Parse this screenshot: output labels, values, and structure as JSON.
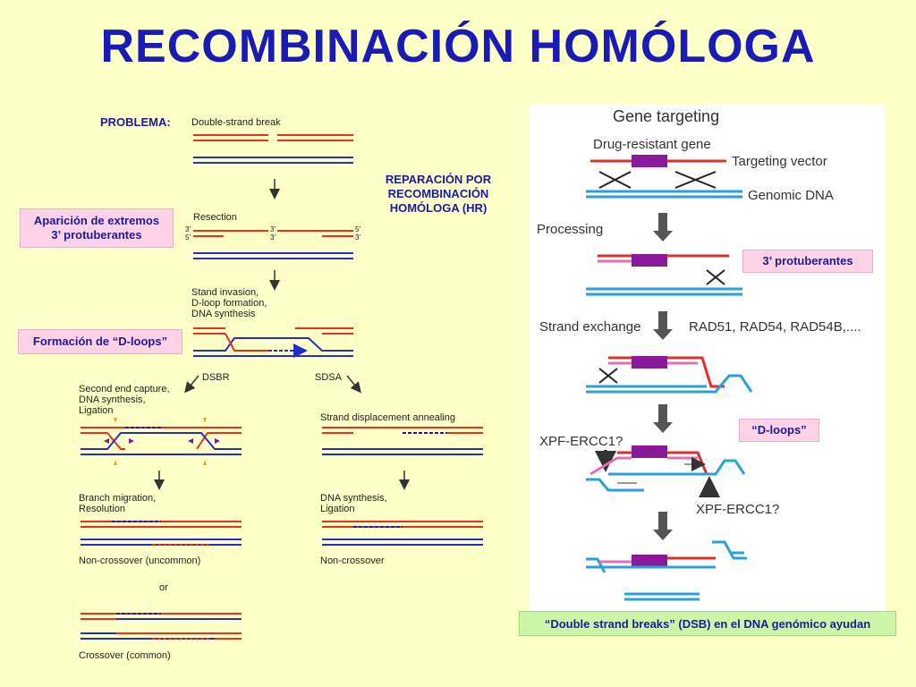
{
  "title": "RECOMBINACIÓN HOMÓLOGA",
  "problema_label": "PROBLEMA:",
  "hr_label": [
    "REPARACIÓN POR",
    "RECOMBINACIÓN",
    "HOMÓLOGA (HR)"
  ],
  "left_boxes": {
    "extremos": [
      "Aparición de extremos",
      "3’ protuberantes"
    ],
    "dloops": "Formación de “D-loops”"
  },
  "right_boxes": {
    "protuberantes": "3’ protuberantes",
    "dloops": "“D-loops”"
  },
  "bottom_box": "“Double strand breaks” (DSB) en el DNA genómico ayudan",
  "left_diagram": {
    "dsb": "Double-strand break",
    "resection": "Resection",
    "end_3": "3’",
    "end_5": "5’",
    "invasion": [
      "Stand invasion,",
      "D-loop formation,",
      "DNA synthesis"
    ],
    "dsbr": "DSBR",
    "sdsa": "SDSA",
    "second_end": [
      "Second end capture,",
      "DNA synthesis,",
      "Ligation"
    ],
    "strand_disp": "Strand displacement annealing",
    "branch": [
      "Branch migration,",
      "Resolution"
    ],
    "dna_synth": [
      "DNA synthesis,",
      "Ligation"
    ],
    "noncross_uncommon": "Non-crossover (uncommon)",
    "noncross": "Non-crossover",
    "or": "or",
    "crossover": "Crossover (common)"
  },
  "gene_targeting": {
    "title": "Gene targeting",
    "drug_gene": "Drug-resistant gene",
    "vector": "Targeting vector",
    "genomic": "Genomic DNA",
    "processing": "Processing",
    "strand_exchange": "Strand exchange",
    "rad": "RAD51, RAD54, RAD54B,....",
    "xpf1": "XPF-ERCC1?",
    "xpf2": "XPF-ERCC1?"
  },
  "colors": {
    "title": "#1a1ab5",
    "red_strand": "#e83020",
    "blue_strand": "#2030c8",
    "gt_blue": "#2aa0d8",
    "gt_red": "#e0302a",
    "gt_pink": "#e070b0",
    "gt_purple": "#8a1a9a",
    "arrow_gray": "#555555"
  }
}
